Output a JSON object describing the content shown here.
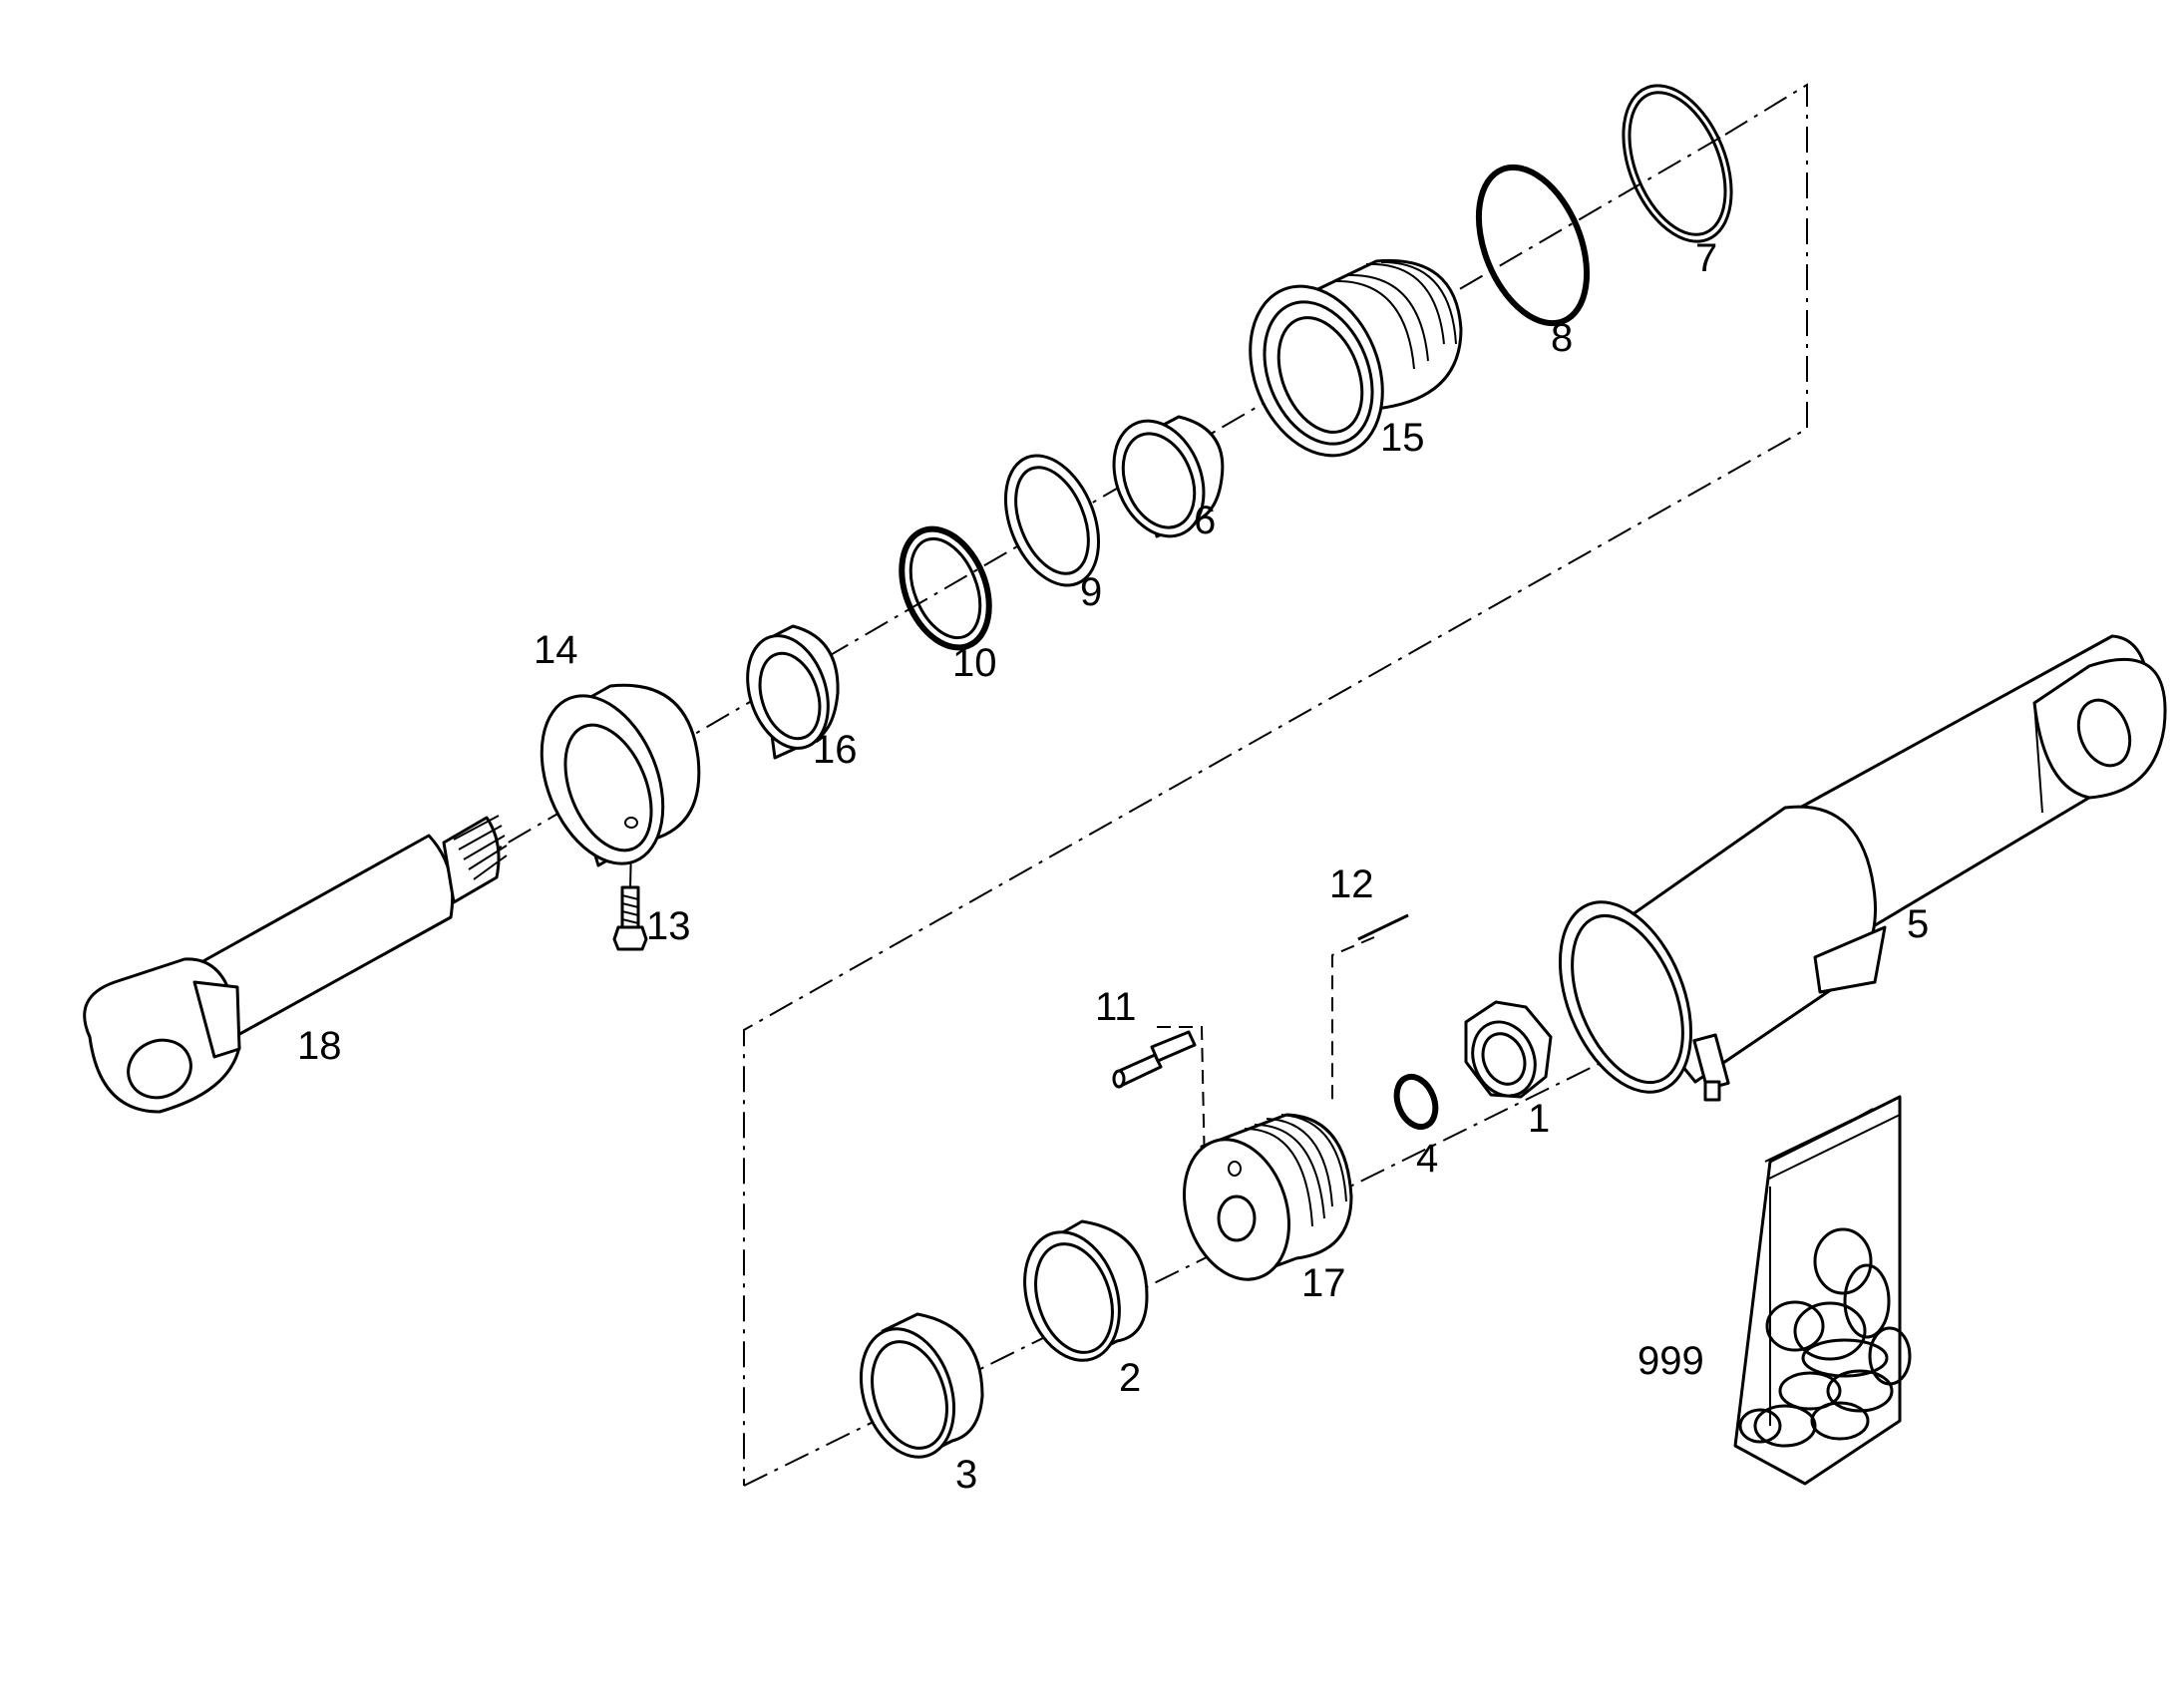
{
  "callouts": [
    {
      "id": "1",
      "label": "1"
    },
    {
      "id": "2",
      "label": "2"
    },
    {
      "id": "3",
      "label": "3"
    },
    {
      "id": "4",
      "label": "4"
    },
    {
      "id": "5",
      "label": "5"
    },
    {
      "id": "6",
      "label": "6"
    },
    {
      "id": "7",
      "label": "7"
    },
    {
      "id": "8",
      "label": "8"
    },
    {
      "id": "9",
      "label": "9"
    },
    {
      "id": "10",
      "label": "10"
    },
    {
      "id": "11",
      "label": "11"
    },
    {
      "id": "12",
      "label": "12"
    },
    {
      "id": "13",
      "label": "13"
    },
    {
      "id": "14",
      "label": "14"
    },
    {
      "id": "15",
      "label": "15"
    },
    {
      "id": "16",
      "label": "16"
    },
    {
      "id": "17",
      "label": "17"
    },
    {
      "id": "18",
      "label": "18"
    },
    {
      "id": "999",
      "label": "999"
    }
  ]
}
